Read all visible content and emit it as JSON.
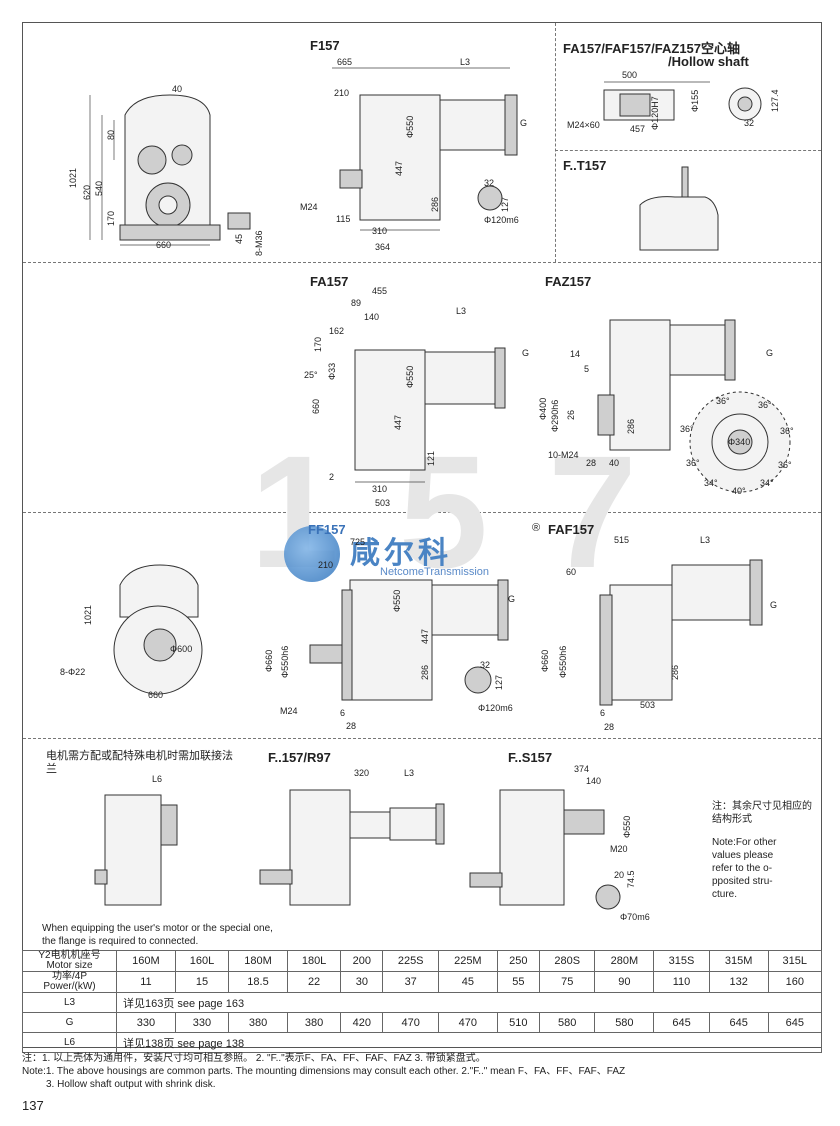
{
  "titles": {
    "f157": "F157",
    "hollow": "FA157/FAF157/FAZ157空心轴",
    "hollow2": "/Hollow shaft",
    "ft157": "F..T157",
    "fa157": "FA157",
    "faz157": "FAZ157",
    "ff157": "FF157",
    "faf157": "FAF157",
    "fr97": "F..157/R97",
    "fs157": "F..S157"
  },
  "dims": {
    "top_left": [
      "40",
      "1021",
      "620",
      "540",
      "80",
      "170",
      "660",
      "45",
      "8-M36"
    ],
    "f157": [
      "665",
      "L3",
      "210",
      "Φ550",
      "G",
      "447",
      "M24",
      "286",
      "115",
      "310",
      "364",
      "32",
      "127",
      "Φ120m6"
    ],
    "hollow": [
      "500",
      "Φ120H7",
      "Φ155",
      "127.4",
      "M24×60",
      "457",
      "32"
    ],
    "fa157": [
      "455",
      "89",
      "140",
      "162",
      "L3",
      "170",
      "25°",
      "Φ33",
      "Φ550",
      "G",
      "660",
      "447",
      "121",
      "2",
      "310",
      "503"
    ],
    "faz157": [
      "G",
      "14",
      "5",
      "Φ400",
      "Φ290h6",
      "26",
      "286",
      "36°",
      "36°",
      "36°",
      "36°",
      "36°",
      "36°",
      "34°",
      "40°",
      "34°",
      "Φ340",
      "10-M24",
      "28",
      "40"
    ],
    "ff157_left": [
      "1021",
      "Φ600",
      "8-Φ22",
      "660"
    ],
    "ff157": [
      "725",
      "210",
      "Φ550",
      "G",
      "Φ660",
      "Φ550h6",
      "447",
      "286",
      "M24",
      "6",
      "28",
      "32",
      "127",
      "Φ120m6"
    ],
    "faf157": [
      "515",
      "L3",
      "60",
      "G",
      "Φ660",
      "Φ550h6",
      "286",
      "503",
      "6",
      "28"
    ],
    "fr97": [
      "320",
      "L3"
    ],
    "fs157": [
      "374",
      "140",
      "Φ550",
      "M20",
      "20",
      "74.5",
      "Φ70m6"
    ],
    "l6": "L6"
  },
  "notes": {
    "motor_flange_cn": "电机需方配或配特殊电机时需加联接法兰",
    "motor_flange_en": "When equipping the user's motor or the special one, the flange is required to connected.",
    "other_cn": "注：其余尺寸见相应的结构形式",
    "other_en": "Note:For other values please refer to the o-pposited stru-cture."
  },
  "logo": {
    "text": "咸尔科",
    "sub": "NetcomeTransmission",
    "reg": "®",
    "watermark": "157"
  },
  "table": {
    "motor_label": "Y2电机机座号 Motor size",
    "power_label": "功率/4P Power/(kW)",
    "motor_sizes": [
      "160M",
      "160L",
      "180M",
      "180L",
      "200",
      "225S",
      "225M",
      "250",
      "280S",
      "280M",
      "315S",
      "315M",
      "315L"
    ],
    "powers": [
      "11",
      "15",
      "18.5",
      "22",
      "30",
      "37",
      "45",
      "55",
      "75",
      "90",
      "110",
      "132",
      "160"
    ],
    "l3_label": "L3",
    "l3_text": "详见163页    see page 163",
    "g_label": "G",
    "g_values": [
      "330",
      "330",
      "380",
      "380",
      "420",
      "470",
      "470",
      "510",
      "580",
      "580",
      "645",
      "645",
      "645"
    ],
    "l6_label": "L6",
    "l6_text": "详见138页    see page 138"
  },
  "footer": {
    "note_cn": "注：1. 以上壳体为通用件，安装尺寸均可相互参照。  2. \"F..\"表示F、FA、FF、FAF、FAZ  3. 带锁紧盘式。",
    "note_en1": "Note:1. The above housings are common parts. The mounting dimensions may consult each other.  2.\"F..\" mean F、FA、FF、FAF、FAZ",
    "note_en2": "3. Hollow shaft output with shrink disk.",
    "page": "137"
  }
}
